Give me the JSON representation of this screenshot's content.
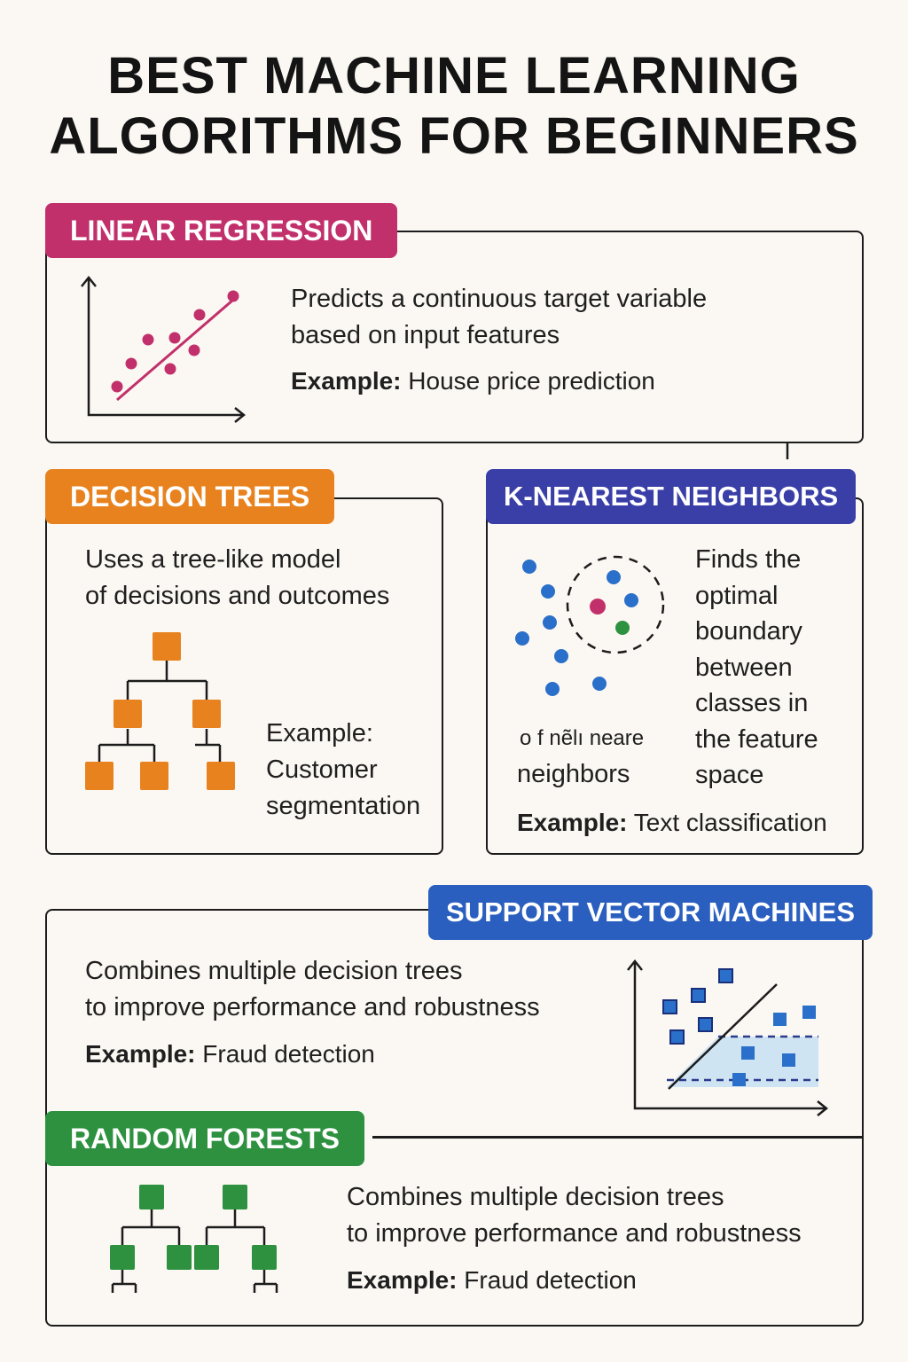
{
  "title": {
    "line1": "BEST MACHINE LEARNING",
    "line2": "ALGORITHMS FOR BEGINNERS"
  },
  "colors": {
    "linear": "#c2306b",
    "decision": "#e8821e",
    "knn": "#3a3fa8",
    "svm": "#2a5fbf",
    "forest": "#2e9140",
    "border": "#1c1c1c",
    "background": "#fbf8f3"
  },
  "linear_regression": {
    "label": "LINEAR REGRESSION",
    "desc_line1": "Predicts a continuous target variable",
    "desc_line2": "based on input features",
    "example_label": "Example:",
    "example_value": "House price prediction",
    "icon": "scatter-plot-with-regression-line-icon"
  },
  "decision_trees": {
    "label": "DECISION TREES",
    "desc_line1": "Uses a tree-like model",
    "desc_line2": "of decisions and outcomes",
    "example_label": "Example:",
    "example_line1": "Customer",
    "example_line2": "segmentation",
    "icon": "tree-diagram-icon"
  },
  "knn": {
    "label": "K-NEAREST NEIGHBORS",
    "desc_lines": [
      "Finds the",
      "optimal",
      "boundary",
      "between",
      "classes in",
      "the feature",
      "space"
    ],
    "garbled_line": "o f nẽlı neare",
    "neighbors_text": "neighbors",
    "example_label": "Example:",
    "example_value": "Text classification",
    "icon": "nearest-neighbors-cluster-icon"
  },
  "svm": {
    "label": "SUPPORT VECTOR MACHINES",
    "desc_line1": "Combines multiple decision trees",
    "desc_line2": "to improve performance and robustness",
    "example_label": "Example:",
    "example_value": "Fraud detection",
    "icon": "hyperplane-margin-plot-icon"
  },
  "random_forests": {
    "label": "RANDOM FORESTS",
    "desc_line1": "Combines multiple decision trees",
    "desc_line2": "to improve performance and robustness",
    "example_label": "Example:",
    "example_value": "Fraud detection",
    "icon": "forest-of-trees-icon"
  }
}
